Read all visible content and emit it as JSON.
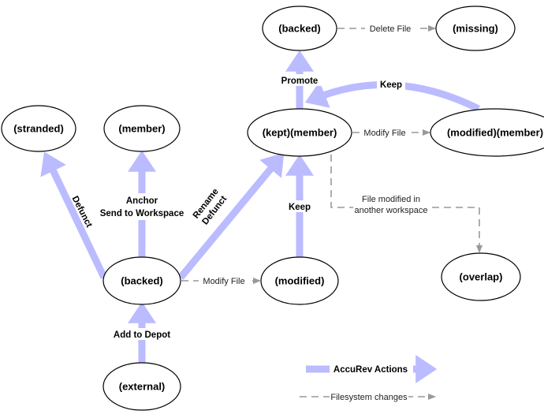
{
  "nodes": {
    "backed_top": "(backed)",
    "missing": "(missing)",
    "stranded": "(stranded)",
    "member": "(member)",
    "kept_member": "(kept)(member)",
    "modified_member": "(modified)(member)",
    "backed": "(backed)",
    "modified": "(modified)",
    "overlap": "(overlap)",
    "external": "(external)"
  },
  "actions": {
    "promote": "Promote",
    "keep_top": "Keep",
    "defunct": "Defunct",
    "anchor": "Anchor",
    "send_to_workspace": "Send to Workspace",
    "rename": "Rename",
    "defunct2": "Defunct",
    "keep": "Keep",
    "add_to_depot": "Add to Depot"
  },
  "fs_changes": {
    "delete_file": "Delete File",
    "modify_file_top": "Modify File",
    "modify_file": "Modify File",
    "file_modified_line1": "File modified in",
    "file_modified_line2": "another workspace"
  },
  "legend": {
    "accurev_actions": "AccuRev Actions",
    "filesystem_changes": "Filesystem changes"
  },
  "colors": {
    "action_arrow": "#bbbbff",
    "filesystem_arrow": "#999999"
  }
}
